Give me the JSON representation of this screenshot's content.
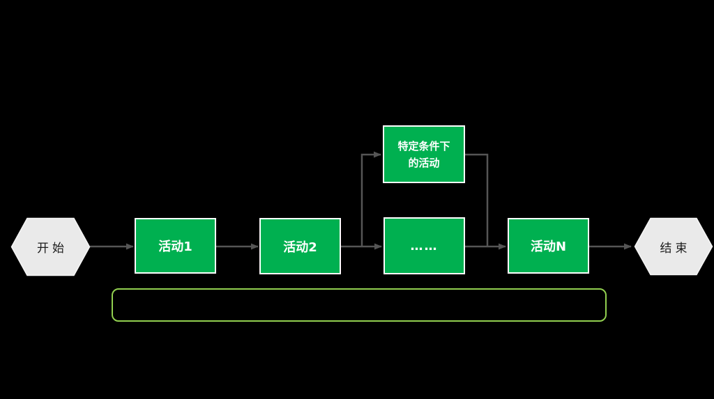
{
  "canvas": {
    "background": "#000000"
  },
  "colors": {
    "process_fill": "#00B050",
    "process_border": "#FFFFFF",
    "process_text": "#FFFFFF",
    "terminator_fill": "#EAEAEA",
    "terminator_text": "#1A1A1A",
    "connector": "#555555",
    "container_border": "#92D050"
  },
  "nodes": {
    "start": {
      "label": "开始",
      "shape": "hexagon"
    },
    "activity1": {
      "label": "活动1",
      "shape": "rect"
    },
    "activity2": {
      "label": "活动2",
      "shape": "rect"
    },
    "conditional_activity": {
      "label": "特定条件下\n的活动",
      "shape": "rect"
    },
    "ellipsis": {
      "label": "……",
      "shape": "rect"
    },
    "activity_n": {
      "label": "活动N",
      "shape": "rect"
    },
    "end": {
      "label": "结束",
      "shape": "hexagon"
    }
  },
  "flow": {
    "description": "start → activity1 → activity2 → (branch up to conditional_activity) → ellipsis → (merge) → activity_n → end"
  }
}
